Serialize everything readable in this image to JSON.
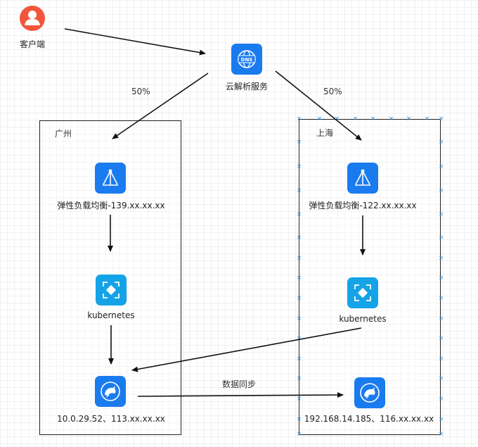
{
  "nodes": {
    "client": {
      "label": "客户端",
      "icon": "user-icon",
      "color": "#f2553a"
    },
    "dns": {
      "label": "云解析服务",
      "icon": "dns-icon",
      "icon_text": "DNS",
      "color": "#1a7bef"
    },
    "gz_lb": {
      "label": "弹性负载均衡-139.xx.xx.xx",
      "icon": "load-balancer-icon",
      "color": "#1a7bef"
    },
    "gz_k8s": {
      "label": "kubernetes",
      "icon": "kubernetes-icon",
      "color": "#14a3e6"
    },
    "gz_db": {
      "label": "10.0.29.52、113.xx.xx.xx",
      "icon": "mysql-dolphin-icon",
      "color": "#1a7bef"
    },
    "sh_lb": {
      "label": "弹性负载均衡-122.xx.xx.xx",
      "icon": "load-balancer-icon",
      "color": "#1a7bef"
    },
    "sh_k8s": {
      "label": "kubernetes",
      "icon": "kubernetes-icon",
      "color": "#14a3e6"
    },
    "sh_db": {
      "label": "192.168.14.185、116.xx.xx.xx",
      "icon": "mysql-dolphin-icon",
      "color": "#1a7bef"
    }
  },
  "regions": {
    "guangzhou": {
      "title": "广州"
    },
    "shanghai": {
      "title": "上海"
    }
  },
  "edges": {
    "dns_to_gz": {
      "label": "50%"
    },
    "dns_to_sh": {
      "label": "50%"
    },
    "db_sync": {
      "label": "数据同步"
    }
  },
  "colors": {
    "line": "#111111",
    "selection_handle": "#2a8bd6"
  }
}
